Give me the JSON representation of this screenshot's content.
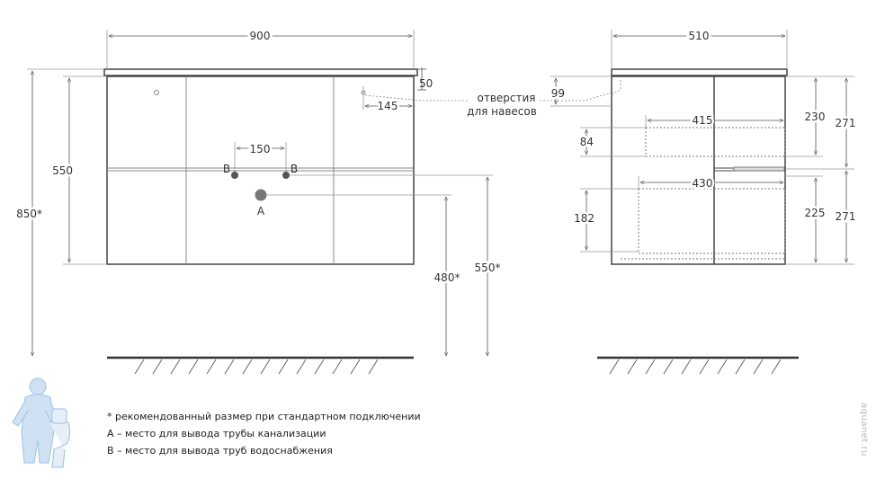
{
  "front_view": {
    "width": "900",
    "top_offset": "50",
    "hole_offset": "145",
    "pipe_spacing": "150",
    "height": "550",
    "total_height": "850*",
    "outlet_a_height": "480*",
    "inlet_b_height": "550*",
    "label_a": "A",
    "label_b_left": "B",
    "label_b_right": "B"
  },
  "mount_holes_label": {
    "line1": "отверстия",
    "line2": "для навесов"
  },
  "side_view": {
    "depth": "510",
    "hole_height": "99",
    "drawer_top_depth": "415",
    "drawer_top_inner_height": "84",
    "drawer_bottom_depth": "430",
    "drawer_bottom_inner_height": "182",
    "drawer_top_height": "230",
    "drawer_bottom_height": "225",
    "section_top": "271",
    "section_bottom": "271"
  },
  "notes": {
    "star": "* рекомендованный размер при стандартном подключении",
    "a": "A – место для вывода трубы канализации",
    "b": "B – место для вывода труб водоснабжения"
  },
  "watermark": "aquanet.ru",
  "colors": {
    "outline": "#444444",
    "dim_line": "#555555",
    "grey_line": "#999999",
    "mascot_blue": "#a9c9e6"
  }
}
